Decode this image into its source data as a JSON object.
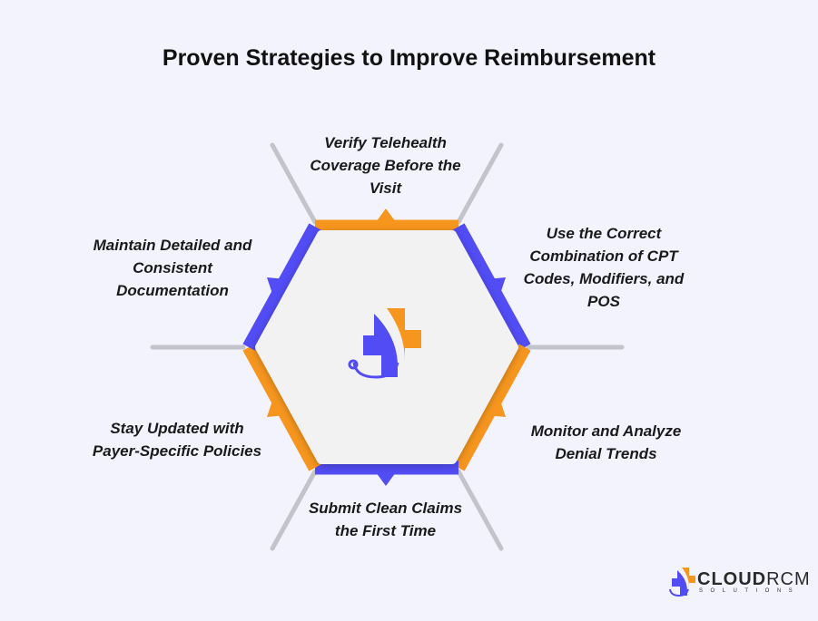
{
  "title": "Proven Strategies to Improve Reimbursement",
  "strategies": [
    {
      "text": "Verify Telehealth Coverage Before the Visit"
    },
    {
      "text": "Use the Correct Combination of CPT Codes, Modifiers, and POS"
    },
    {
      "text": "Monitor and Analyze Denial Trends"
    },
    {
      "text": "Submit Clean Claims the First Time"
    },
    {
      "text": "Stay Updated with Payer-Specific Policies"
    },
    {
      "text": "Maintain Detailed and Consistent Documentation"
    }
  ],
  "brand": {
    "name_bold": "CLOUD",
    "name_light": "RCM",
    "tagline": "SOLUTIONS"
  },
  "colors": {
    "orange": "#f7961e",
    "purple": "#524cf5",
    "background": "#f3f3fd",
    "center": "#f2f2f2"
  }
}
